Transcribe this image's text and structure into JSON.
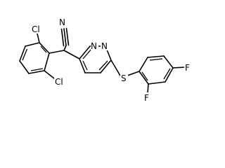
{
  "molecule": {
    "atoms": {
      "n_nitrile": "N",
      "cl_top": "Cl",
      "cl_bottom": "Cl",
      "n_ring_1": "N",
      "n_ring_2": "N",
      "s": "S",
      "f_top": "F",
      "f_bottom": "F"
    }
  }
}
